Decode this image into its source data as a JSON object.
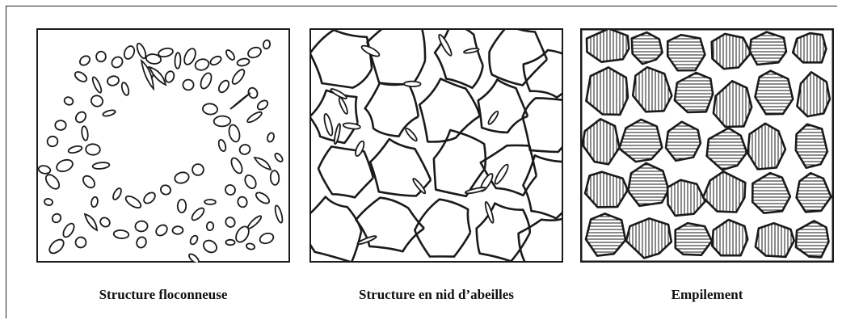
{
  "figure": {
    "panels": [
      {
        "caption": "Structure floconneuse",
        "style": "flocculated"
      },
      {
        "caption": "Structure en nid d’abeilles",
        "style": "honeycomb"
      },
      {
        "caption": "Empilement",
        "style": "stacked"
      }
    ],
    "colors": {
      "ink": "#1a1a1a",
      "paper": "#ffffff"
    }
  }
}
